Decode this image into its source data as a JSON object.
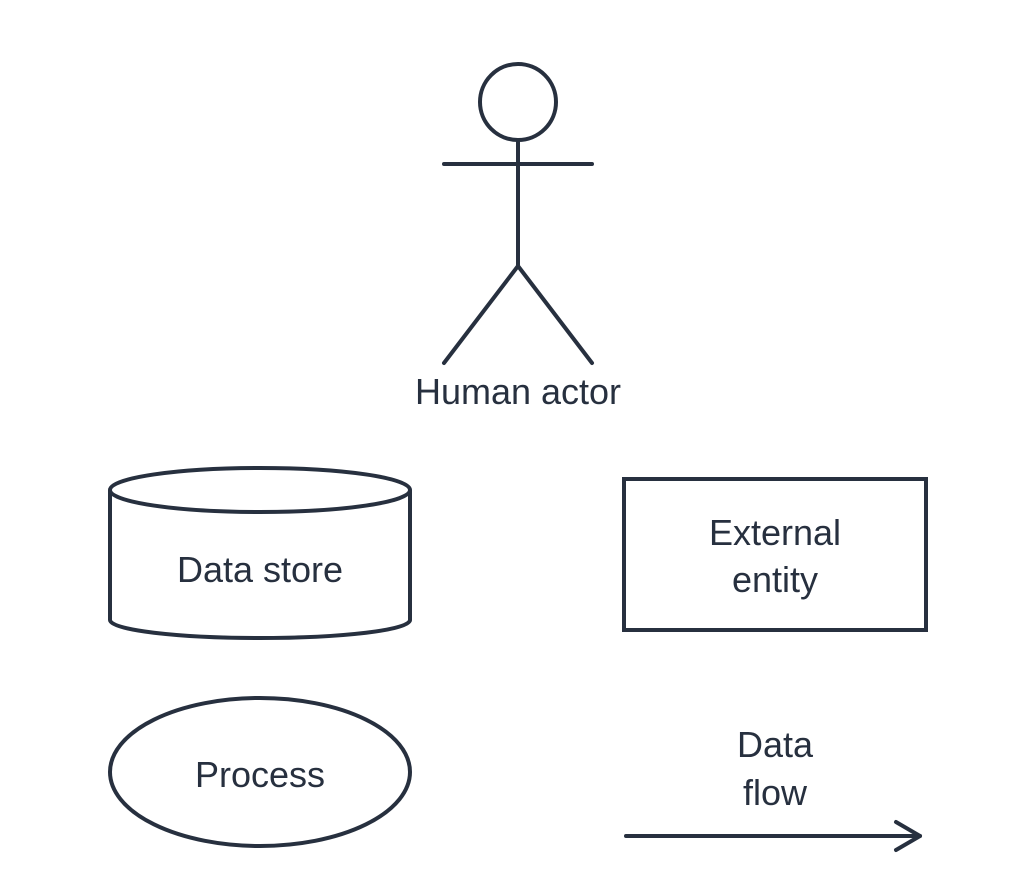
{
  "diagram": {
    "title": "Data flow diagram legend",
    "stroke_color": "#27303f",
    "background": "#ffffff",
    "elements": {
      "actor": {
        "label": "Human actor"
      },
      "data_store": {
        "label": "Data store"
      },
      "external_entity": {
        "label_lines": [
          "External",
          "entity"
        ]
      },
      "process": {
        "label": "Process"
      },
      "data_flow": {
        "label_lines": [
          "Data",
          "flow"
        ],
        "icon": "arrow-right-icon"
      }
    }
  }
}
